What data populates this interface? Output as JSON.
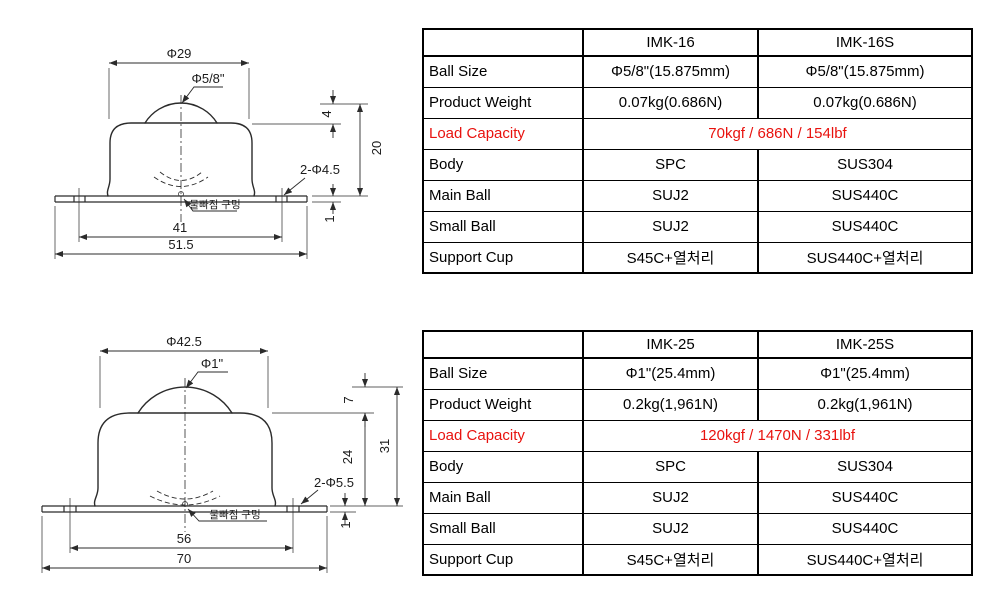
{
  "drawing1": {
    "dim_top_width": "Φ29",
    "dim_ball": "Φ5/8\"",
    "dim_protrusion": "4",
    "dim_height": "20",
    "dim_holes": "2-Φ4.5",
    "dim_flange_thickness": "1",
    "dim_hole_spacing": "41",
    "dim_total_width": "51.5",
    "drain_label": "물빠짐 구멍"
  },
  "drawing2": {
    "dim_top_width": "Φ42.5",
    "dim_ball": "Φ1\"",
    "dim_protrusion": "7",
    "dim_body_height": "24",
    "dim_height": "31",
    "dim_holes": "2-Φ5.5",
    "dim_flange_thickness": "1",
    "dim_hole_spacing": "56",
    "dim_total_width": "70",
    "drain_label": "물빠짐 구멍"
  },
  "table1": {
    "columns": [
      "",
      "IMK-16",
      "IMK-16S"
    ],
    "rows": [
      {
        "label": "Ball Size",
        "v1": "Φ5/8\"(15.875mm)",
        "v2": "Φ5/8\"(15.875mm)"
      },
      {
        "label": "Product Weight",
        "v1": "0.07kg(0.686N)",
        "v2": "0.07kg(0.686N)"
      },
      {
        "label": "Load Capacity",
        "merged": "70kgf / 686N / 154lbf"
      },
      {
        "label": "Body",
        "v1": "SPC",
        "v2": "SUS304"
      },
      {
        "label": "Main Ball",
        "v1": "SUJ2",
        "v2": "SUS440C"
      },
      {
        "label": "Small Ball",
        "v1": "SUJ2",
        "v2": "SUS440C"
      },
      {
        "label": "Support Cup",
        "v1": "S45C+열처리",
        "v2": "SUS440C+열처리"
      }
    ]
  },
  "table2": {
    "columns": [
      "",
      "IMK-25",
      "IMK-25S"
    ],
    "rows": [
      {
        "label": "Ball Size",
        "v1": "Φ1\"(25.4mm)",
        "v2": "Φ1\"(25.4mm)"
      },
      {
        "label": "Product Weight",
        "v1": "0.2kg(1,961N)",
        "v2": "0.2kg(1,961N)"
      },
      {
        "label": "Load Capacity",
        "merged": "120kgf / 1470N / 331lbf"
      },
      {
        "label": "Body",
        "v1": "SPC",
        "v2": "SUS304"
      },
      {
        "label": "Main Ball",
        "v1": "SUJ2",
        "v2": "SUS440C"
      },
      {
        "label": "Small Ball",
        "v1": "SUJ2",
        "v2": "SUS440C"
      },
      {
        "label": "Support Cup",
        "v1": "S45C+열처리",
        "v2": "SUS440C+열처리"
      }
    ]
  }
}
